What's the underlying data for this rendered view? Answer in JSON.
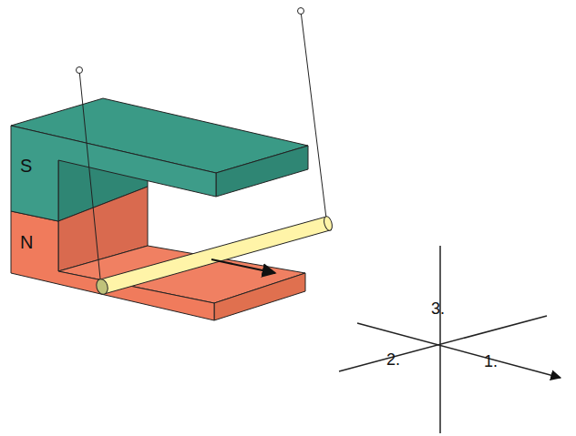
{
  "diagram": {
    "labels": [
      "S",
      "N",
      "3.",
      "2.",
      "1."
    ]
  }
}
